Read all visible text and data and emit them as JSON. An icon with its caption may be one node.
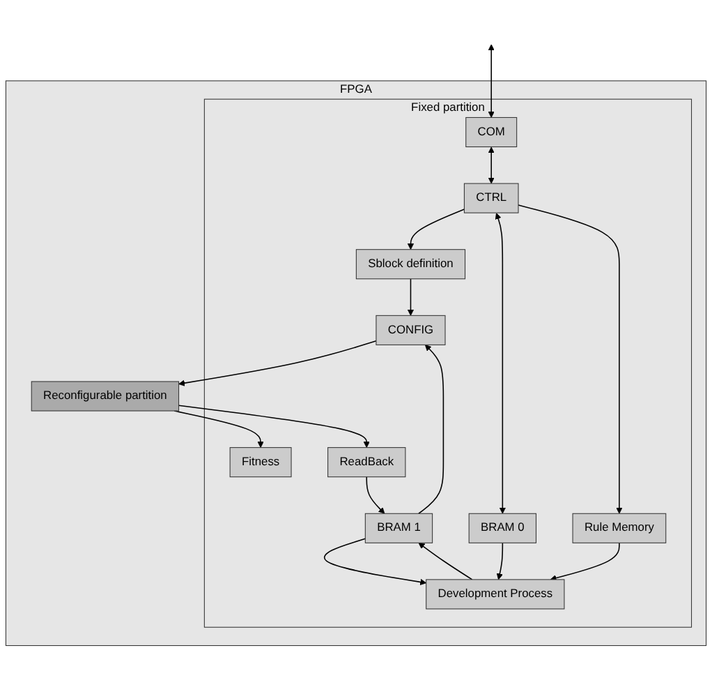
{
  "diagram": {
    "nodes": [
      {
        "text": [
          "FPGA"
        ]
      },
      {
        "text": [
          "Fixed partition"
        ],
        "in": 0
      },
      {
        "text": [
          "Reconfigurable partition"
        ],
        "in": 0
      },
      {
        "text": [
          "COM"
        ],
        "in": 1
      },
      {
        "text": [
          "Fitness"
        ],
        "in": 1
      },
      {
        "text": [
          "CTRL"
        ],
        "in": 1
      },
      {
        "text": [
          "Sblock definition"
        ],
        "in": 1
      },
      {
        "text": [
          "CONFIG"
        ],
        "in": 1
      },
      {
        "text": [
          "ReadBack"
        ],
        "in": 1
      },
      {
        "text": [
          "BRAM 0"
        ],
        "in": 1
      },
      {
        "text": [
          "BRAM 1"
        ],
        "in": 1
      },
      {
        "text": [
          "Rule Memory"
        ],
        "in": 1
      },
      {
        "text": [
          "Development Process"
        ],
        "in": 1
      }
    ],
    "edges": [
      {
        "from": null,
        "to": 3,
        "arrow": "both"
      },
      {
        "from": 2,
        "to": 4,
        "arrow": "to"
      },
      {
        "from": 3,
        "to": 5,
        "arrow": "both"
      },
      {
        "from": 5,
        "to": 6,
        "arrow": "to"
      },
      {
        "from": 6,
        "to": 7,
        "arrow": "to"
      },
      {
        "from": 7,
        "to": 2,
        "arrow": "to"
      },
      {
        "from": 2,
        "to": 8,
        "arrow": "to"
      },
      {
        "from": 5,
        "to": 9,
        "arrow": "both"
      },
      {
        "from": 9,
        "to": 12,
        "arrow": "to"
      },
      {
        "from": 5,
        "to": 11,
        "arrow": "to"
      },
      {
        "from": 11,
        "to": 12,
        "arrow": "to"
      },
      {
        "from": 10,
        "to": 7,
        "arrow": "to"
      },
      {
        "from": 8,
        "to": 10,
        "arrow": "to"
      },
      {
        "from": 12,
        "to": 10,
        "arrow": "to"
      },
      {
        "from": 10,
        "to": 12,
        "arrow": "to"
      }
    ]
  }
}
